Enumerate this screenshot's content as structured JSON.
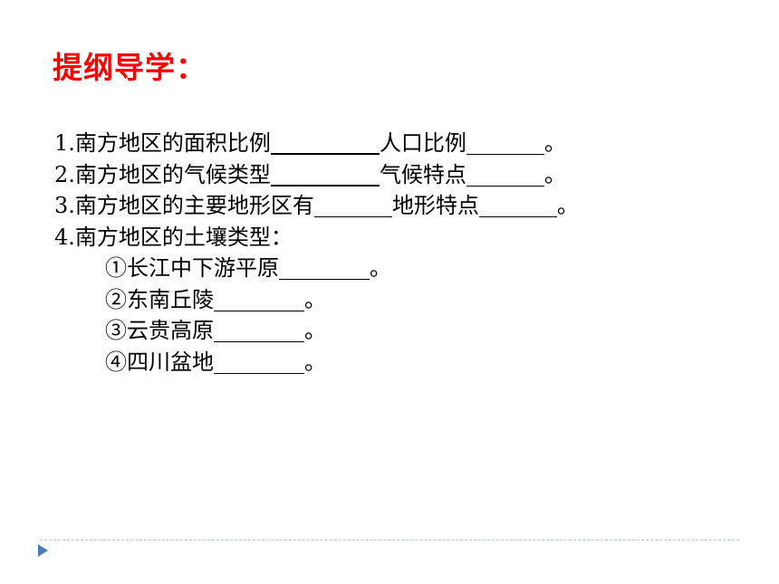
{
  "slide": {
    "title": "提纲导学：",
    "title_color": "#ff0000",
    "accent_color": "#4a7ebb",
    "items": [
      {
        "num": "1.",
        "text1": "南方地区的面积比例",
        "text2": "人口比例",
        "end": "。"
      },
      {
        "num": "2.",
        "text1": "南方地区的气候类型",
        "text2": "气候特点",
        "end": "。"
      },
      {
        "num": "3.",
        "text1": "南方地区的主要地形区有",
        "text2": "地形特点",
        "end": "。"
      },
      {
        "num": "4.",
        "text1": "南方地区的土壤类型："
      }
    ],
    "subitems": [
      {
        "text": "①长江中下游平原",
        "end": "。"
      },
      {
        "text": "②东南丘陵",
        "end": "。"
      },
      {
        "text": "③云贵高原",
        "end": "。"
      },
      {
        "text": "④四川盆地",
        "end": "。"
      }
    ],
    "footer_icon": "triangle-bullet-icon"
  }
}
